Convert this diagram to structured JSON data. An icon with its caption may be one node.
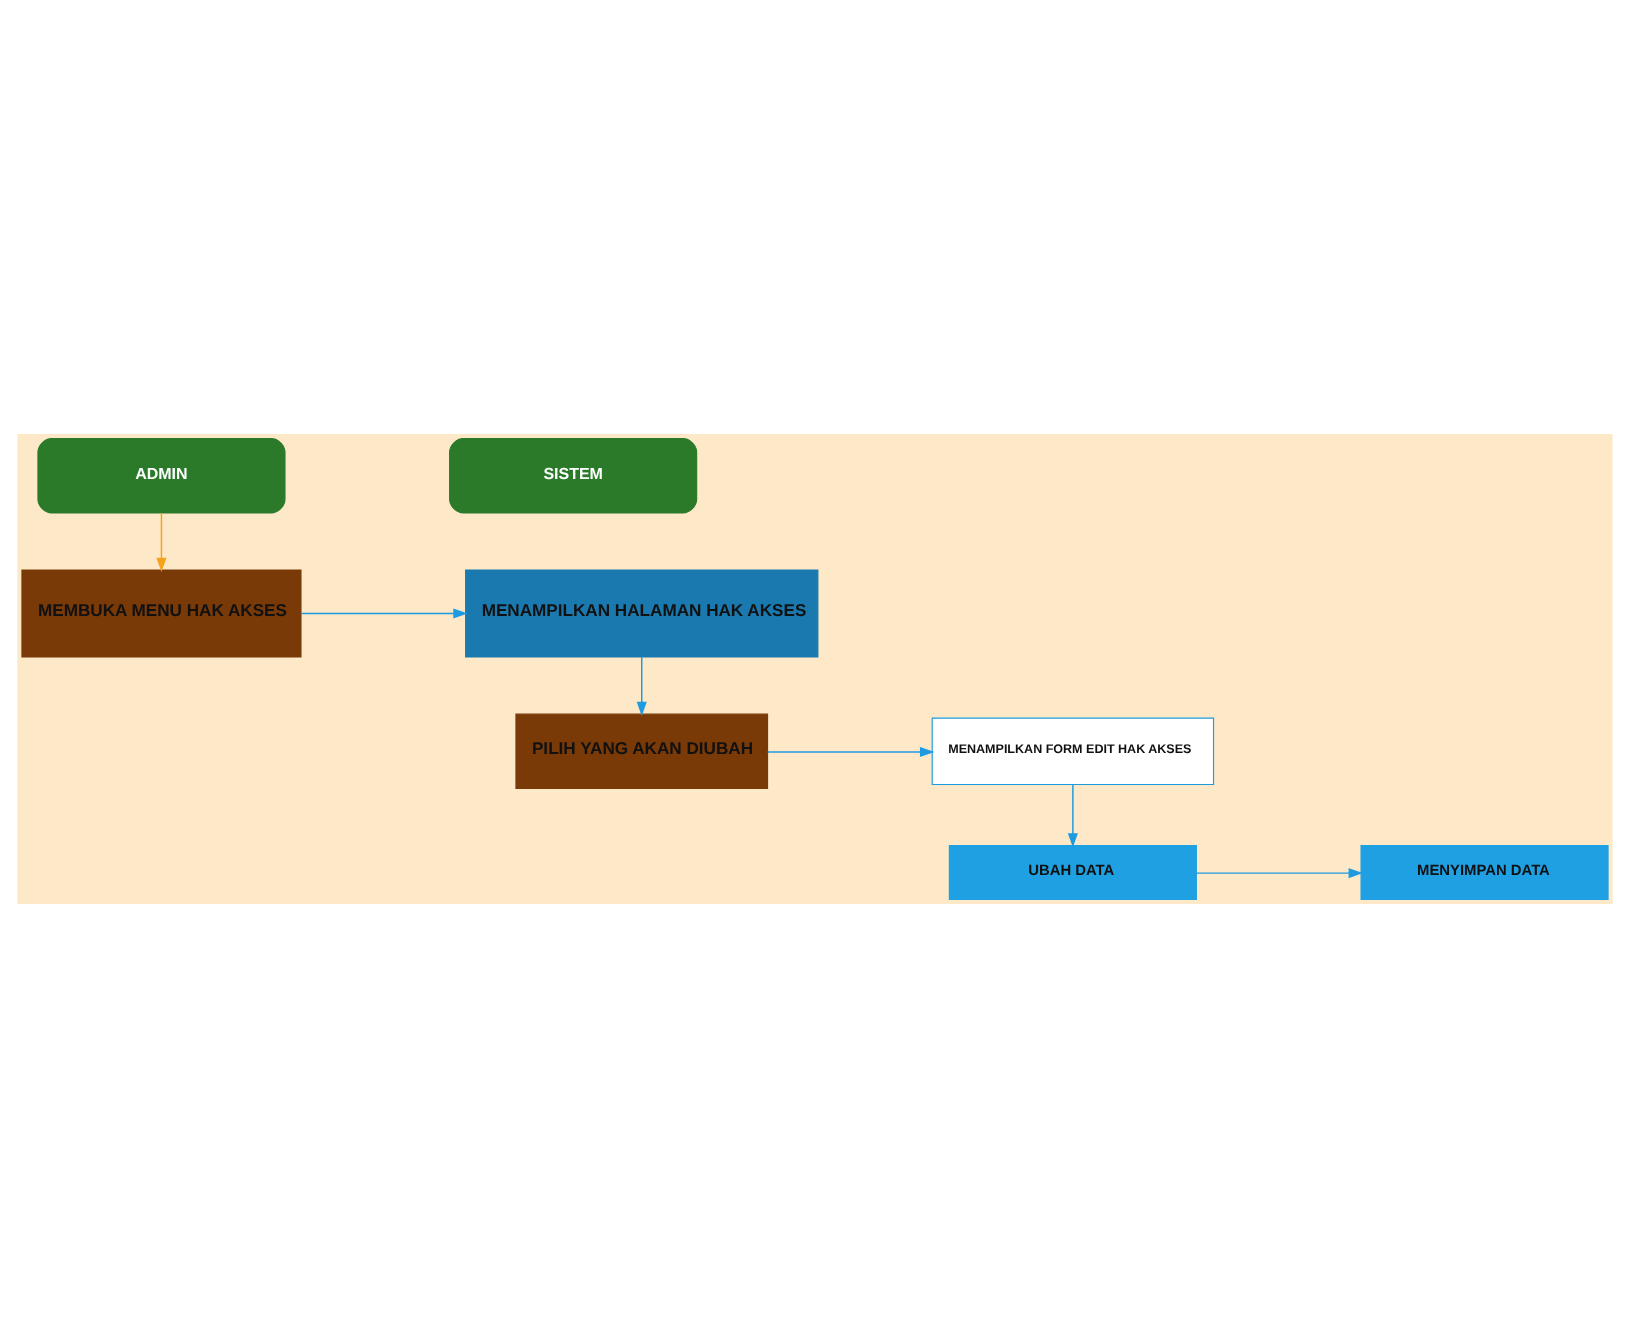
{
  "diagram": {
    "nodes": [
      {
        "text": [
          "ADMIN"
        ]
      },
      {
        "text": [
          "SISTEM"
        ]
      },
      {
        "text": [
          "MEMBUKA MENU HAK AKSES"
        ]
      },
      {
        "text": [
          "MENAMPILKAN HALAMAN HAK AKSES"
        ]
      },
      {
        "text": [
          "PILIH YANG AKAN DIUBAH"
        ]
      },
      {
        "text": [
          "MENAMPILKAN FORM EDIT HAK AKSES"
        ]
      },
      {
        "text": [
          "UBAH DATA"
        ]
      },
      {
        "text": [
          "MENYIMPAN DATA"
        ]
      }
    ],
    "edges": [
      {
        "from": 0,
        "to": 2,
        "arrow": "to",
        "color": "#f5a31a"
      },
      {
        "from": 2,
        "to": 3,
        "arrow": "to"
      },
      {
        "from": 3,
        "to": 4,
        "arrow": "to"
      },
      {
        "from": 4,
        "to": 5,
        "arrow": "to"
      },
      {
        "from": 5,
        "to": 6,
        "arrow": "to"
      },
      {
        "from": 6,
        "to": 7,
        "arrow": "to"
      }
    ]
  }
}
